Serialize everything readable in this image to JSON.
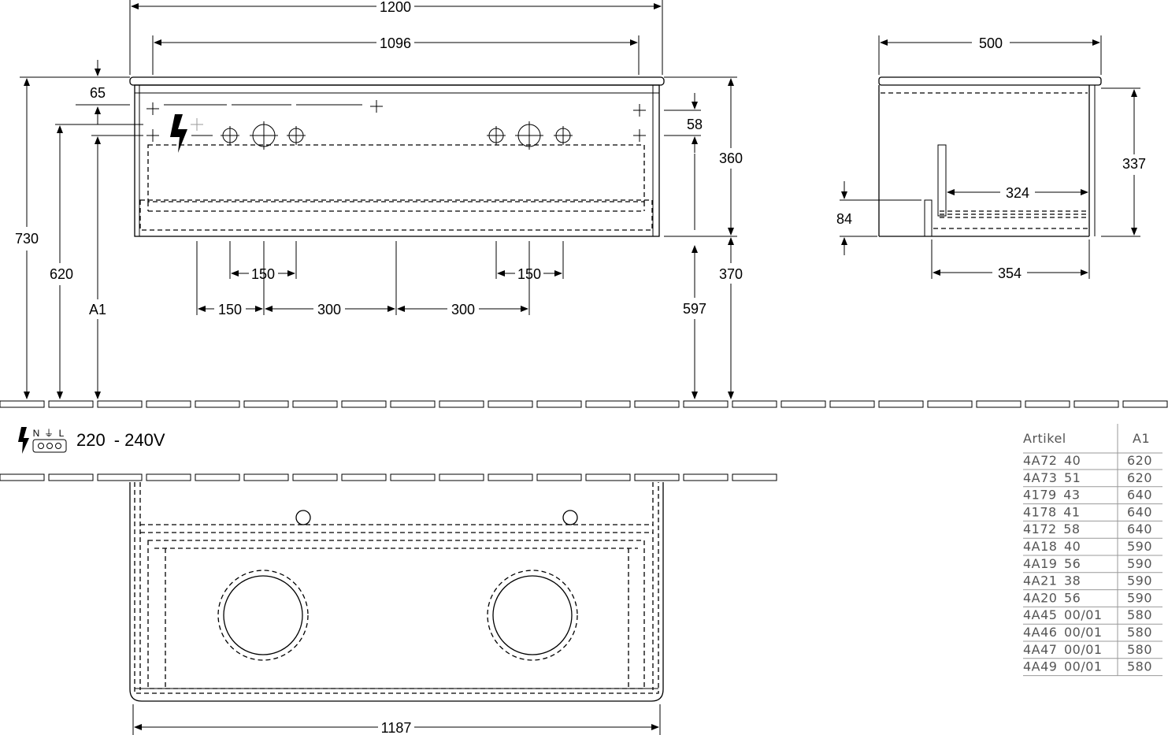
{
  "front_view": {
    "overall_width": "1200",
    "inner_width": "1096",
    "total_height": "730",
    "top_offset": "65",
    "cabinet_height": "360",
    "bottom_height": "370",
    "side_offset": "58",
    "height_620": "620",
    "a1_label": "A1",
    "floor_to_bottom": "597",
    "spacing_150_left": "150",
    "spacing_150_right": "150",
    "spacing_150_bottom": "150",
    "spacing_300_a": "300",
    "spacing_300_b": "300"
  },
  "side_view": {
    "depth": "500",
    "height": "337",
    "inner_depth": "324",
    "plinth": "84",
    "bottom_depth": "354"
  },
  "plan_view": {
    "width": "1187"
  },
  "electrical": {
    "terminal_labels": [
      "N",
      "⏚",
      "L"
    ],
    "voltage": "220 - 240V"
  },
  "table": {
    "headers": [
      "Artikel",
      "A1"
    ],
    "rows": [
      [
        "4A72 40",
        "620"
      ],
      [
        "4A73 51",
        "620"
      ],
      [
        "4179 43",
        "640"
      ],
      [
        "4178 41",
        "640"
      ],
      [
        "4172 58",
        "640"
      ],
      [
        "4A18 40",
        "590"
      ],
      [
        "4A19 56",
        "590"
      ],
      [
        "4A21 38",
        "590"
      ],
      [
        "4A20 56",
        "590"
      ],
      [
        "4A45 00/01",
        "580"
      ],
      [
        "4A46 00/01",
        "580"
      ],
      [
        "4A47 00/01",
        "580"
      ],
      [
        "4A49 00/01",
        "580"
      ]
    ]
  }
}
